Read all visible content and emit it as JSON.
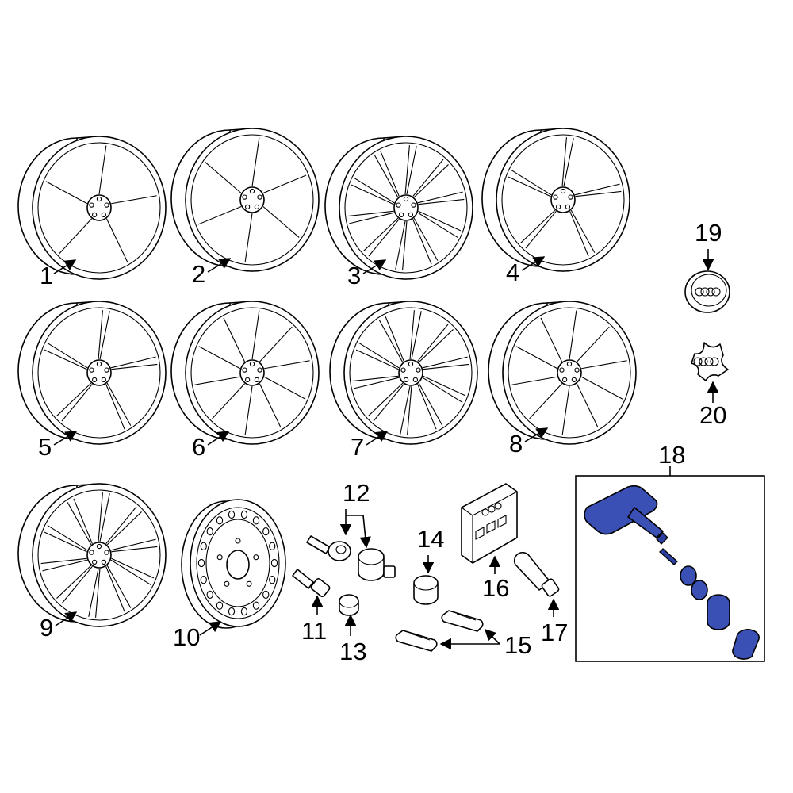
{
  "diagram": {
    "accent_color": "#3a50b5",
    "callouts": [
      {
        "id": "1",
        "label": "1"
      },
      {
        "id": "2",
        "label": "2"
      },
      {
        "id": "3",
        "label": "3"
      },
      {
        "id": "4",
        "label": "4"
      },
      {
        "id": "5",
        "label": "5"
      },
      {
        "id": "6",
        "label": "6"
      },
      {
        "id": "7",
        "label": "7"
      },
      {
        "id": "8",
        "label": "8"
      },
      {
        "id": "9",
        "label": "9"
      },
      {
        "id": "10",
        "label": "10"
      },
      {
        "id": "11",
        "label": "11"
      },
      {
        "id": "12",
        "label": "12"
      },
      {
        "id": "13",
        "label": "13"
      },
      {
        "id": "14",
        "label": "14"
      },
      {
        "id": "15",
        "label": "15"
      },
      {
        "id": "16",
        "label": "16"
      },
      {
        "id": "17",
        "label": "17"
      },
      {
        "id": "18",
        "label": "18"
      },
      {
        "id": "19",
        "label": "19"
      },
      {
        "id": "20",
        "label": "20"
      }
    ]
  }
}
